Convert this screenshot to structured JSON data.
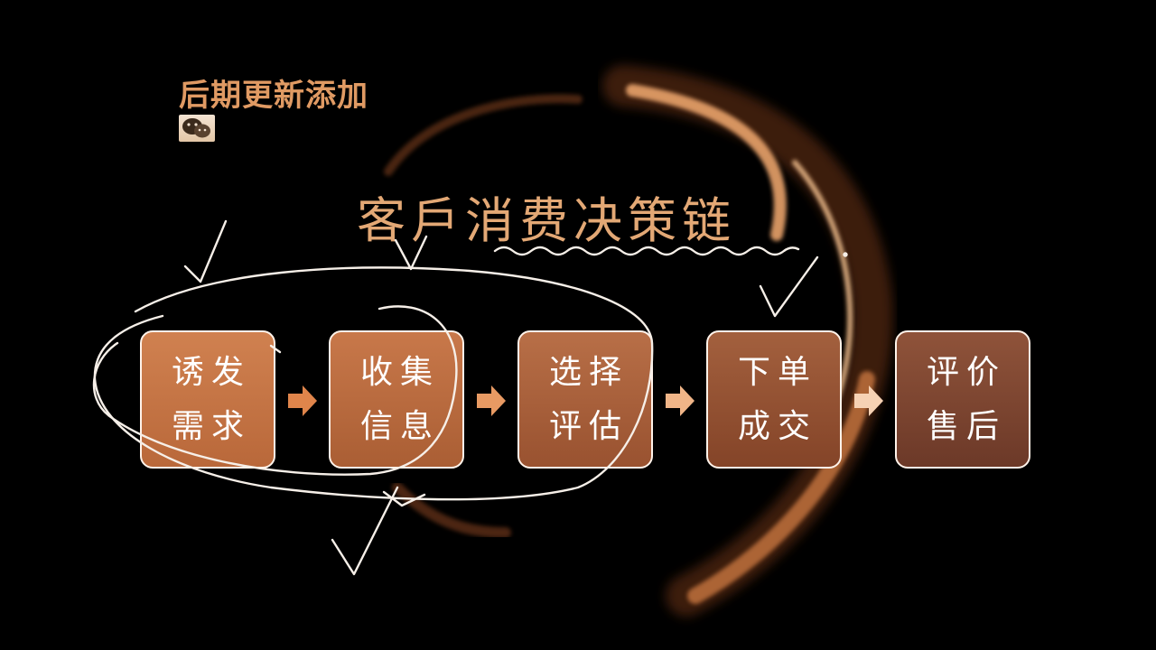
{
  "header": {
    "title": "后期更新添加"
  },
  "diagram": {
    "title": "客戶消费决策链",
    "title_chars": [
      "客",
      "戶",
      "消",
      "费",
      "决",
      "策",
      "链"
    ],
    "steps": [
      {
        "line1": "诱发",
        "line2": "需求"
      },
      {
        "line1": "收集",
        "line2": "信息"
      },
      {
        "line1": "选择",
        "line2": "评估"
      },
      {
        "line1": "下单",
        "line2": "成交"
      },
      {
        "line1": "评价",
        "line2": "售后"
      }
    ]
  },
  "icons": {
    "wechat": "wechat-icon",
    "arrow": "right-arrow-icon"
  },
  "colors": {
    "accent": "#e09a63",
    "background": "#000000",
    "ink": "#ffffff"
  }
}
